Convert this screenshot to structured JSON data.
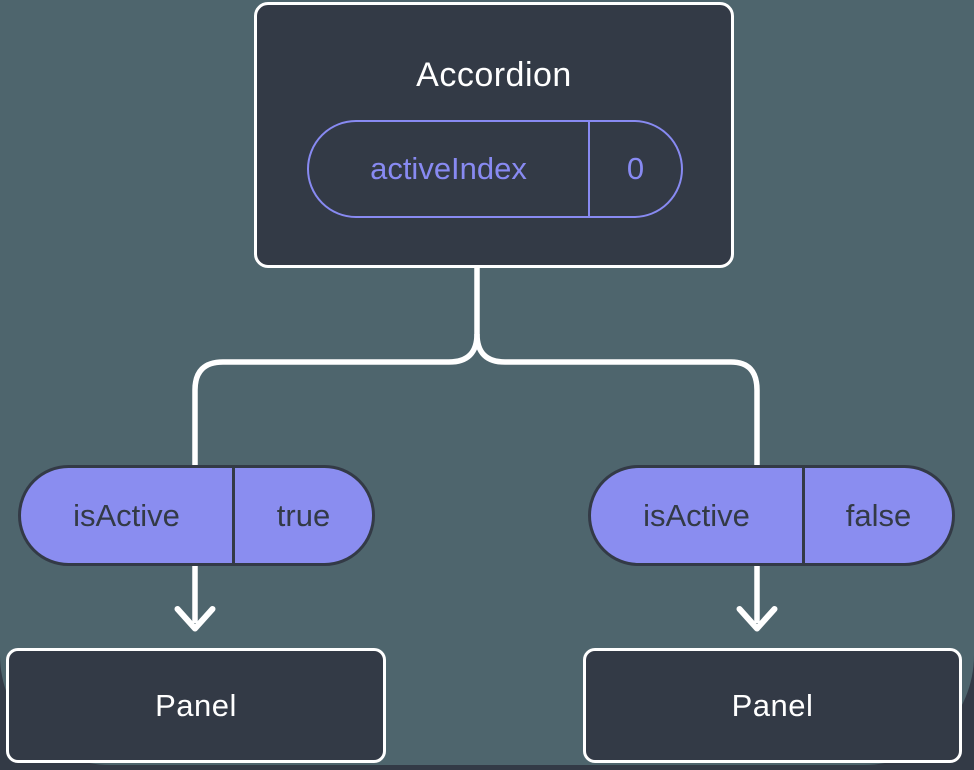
{
  "colors": {
    "background_teal": "#4e656d",
    "surface_dark": "#333a46",
    "pill_purple_fill": "#8a8df0",
    "accent_purple": "#888af2",
    "connector_white": "#ffffff",
    "text_white": "#ffffff"
  },
  "root_node": {
    "title": "Accordion",
    "state_name": "activeIndex",
    "state_value": "0"
  },
  "left_branch": {
    "prop_name": "isActive",
    "prop_value": "true",
    "panel_title": "Panel"
  },
  "right_branch": {
    "prop_name": "isActive",
    "prop_value": "false",
    "panel_title": "Panel"
  }
}
